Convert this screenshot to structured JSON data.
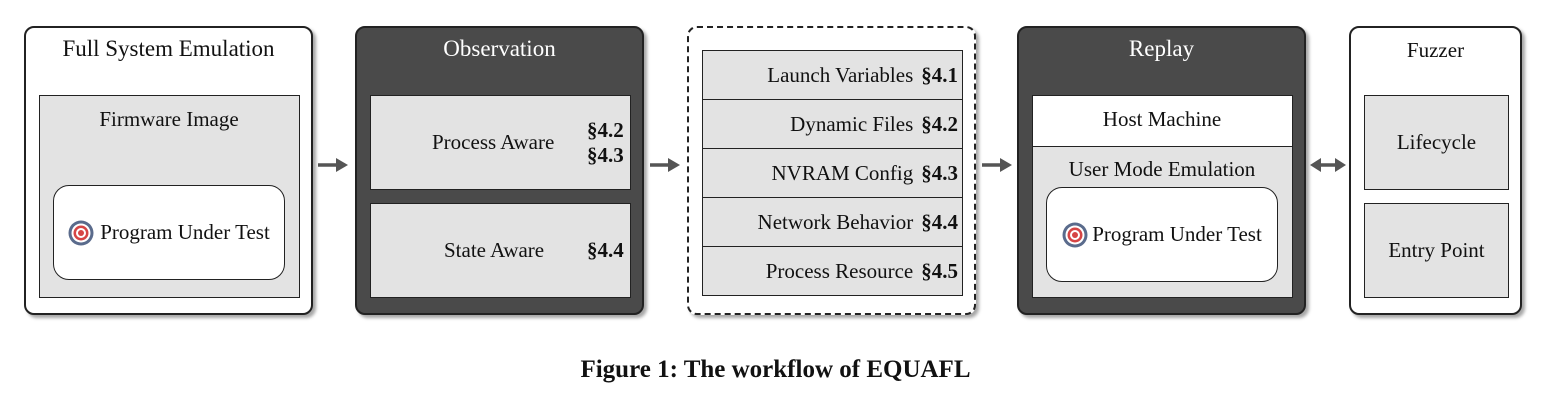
{
  "panels": {
    "emulation": {
      "title": "Full System Emulation",
      "image_label": "Firmware Image",
      "program_label": "Program Under Test"
    },
    "observation": {
      "title": "Observation",
      "process": {
        "label": "Process Aware",
        "ref_1": "§4.2",
        "ref_2": "§4.3"
      },
      "state": {
        "label": "State Aware",
        "ref": "§4.4"
      }
    },
    "variables": {
      "rows": [
        {
          "label": "Launch Variables",
          "ref": "§4.1"
        },
        {
          "label": "Dynamic Files",
          "ref": "§4.2"
        },
        {
          "label": "NVRAM Config",
          "ref": "§4.3"
        },
        {
          "label": "Network Behavior",
          "ref": "§4.4"
        },
        {
          "label": "Process Resource",
          "ref": "§4.5"
        }
      ]
    },
    "replay": {
      "title": "Replay",
      "host_label": "Host Machine",
      "user_mode_label": "User Mode Emulation",
      "program_label": "Program Under Test"
    },
    "fuzzer": {
      "title": "Fuzzer",
      "lifecycle_label": "Lifecycle",
      "entry_label": "Entry Point"
    }
  },
  "caption": "Figure 1: The workflow of EQUAFL",
  "colors": {
    "dark_panel": "#4a4a4a",
    "inner_gray": "#e3e3e3",
    "arrow": "#555555",
    "target_outer": "#5a6b8c",
    "target_red": "#d64545"
  },
  "icons": [
    "target-icon",
    "arrow-right-icon",
    "arrow-bidirectional-icon"
  ]
}
